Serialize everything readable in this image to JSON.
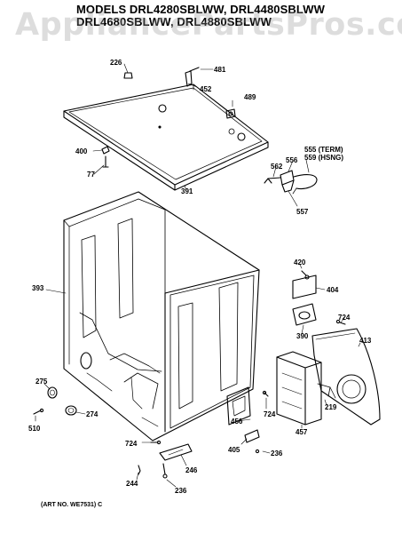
{
  "header": {
    "line1": "MODELS DRL4280SBLWW, DRL4480SBLWW",
    "line2": "DRL4680SBLWW, DRL4880SBLWW"
  },
  "watermark": "AppliancePartsPros.com",
  "callouts": {
    "c226": "226",
    "c481": "481",
    "c452": "452",
    "c489": "489",
    "c400": "400",
    "c77": "77",
    "c391": "391",
    "c555": "555 (TERM)",
    "c559": "559 (HSNG)",
    "c562": "562",
    "c556": "556",
    "c557": "557",
    "c393": "393",
    "c420": "420",
    "c404": "404",
    "c724a": "724",
    "c390": "390",
    "c413": "413",
    "c275": "275",
    "c274": "274",
    "c510": "510",
    "c456": "456",
    "c724b": "724",
    "c219": "219",
    "c457": "457",
    "c405": "405",
    "c236a": "236",
    "c724c": "724",
    "c246": "246",
    "c244": "244",
    "c236b": "236"
  },
  "footer": {
    "art_no": "(ART NO. WE7531) C"
  }
}
